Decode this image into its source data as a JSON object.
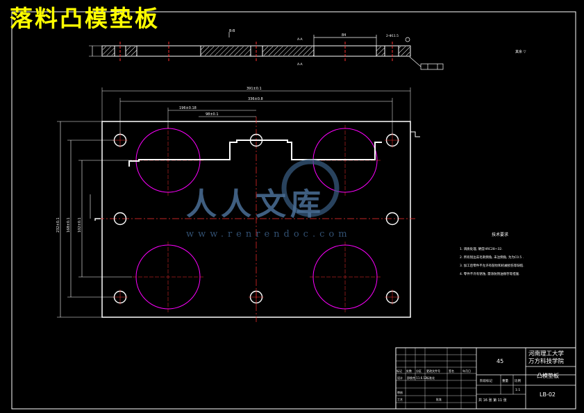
{
  "drawing_title": "落料凸模垫板",
  "colors": {
    "outline": "#ffffff",
    "hatch": "#ffffff",
    "circles": "#ff00ff",
    "centerline": "#ff3030",
    "dimension": "#ffffff",
    "title": "#ffff00",
    "watermark": "#3b5f86"
  },
  "watermark": {
    "logo_text": "人人文库",
    "url_text": "www.renrendoc.com"
  },
  "section_view": {
    "section_label": "B-B",
    "marks": [
      "A-A",
      "A-A",
      "84",
      "2-Φ11.5"
    ]
  },
  "note_right": "其余 ▽",
  "dimensions": {
    "width_outer": "391±0.1",
    "width_mid": "336±0.8",
    "width_inner": "196±0.18",
    "width_small": "98±0.1",
    "height_outer": "232±0.1",
    "height_mid": "168±0.1",
    "height_inner": "102±0.1"
  },
  "tech_requirements": {
    "heading": "技术要求",
    "items": [
      "1. 调质处理, 硬度HRC28~32.",
      "2. 所有锐边去毛刺倒角, 未注倒角, 为为C0.5 .",
      "3. 加工后零件不允许有裂纹和机械损伤等缺陷.",
      "4. 零件不许有锈蚀, 需涂防锈油保存等措施."
    ]
  },
  "title_block": {
    "school_line1": "河南理工大学",
    "school_line2": "万方科技学院",
    "material": "45",
    "part_name": "凸模垫板",
    "drawing_no": "LB-02",
    "scale_label": "比例",
    "scale_value": "1:1",
    "weight_label": "重量",
    "stage_label": "阶段标记",
    "sheet_text": "共 16 张   第 11 张",
    "header_cells": [
      "标记",
      "处数",
      "分区",
      "更改文件号",
      "签名",
      "年月日"
    ],
    "design_label": "设计",
    "standard_label": "标准化",
    "review_label": "审核",
    "process_label": "工艺",
    "approve_label": "批准",
    "design_row_text": "邵俊杰 11.6.12"
  }
}
